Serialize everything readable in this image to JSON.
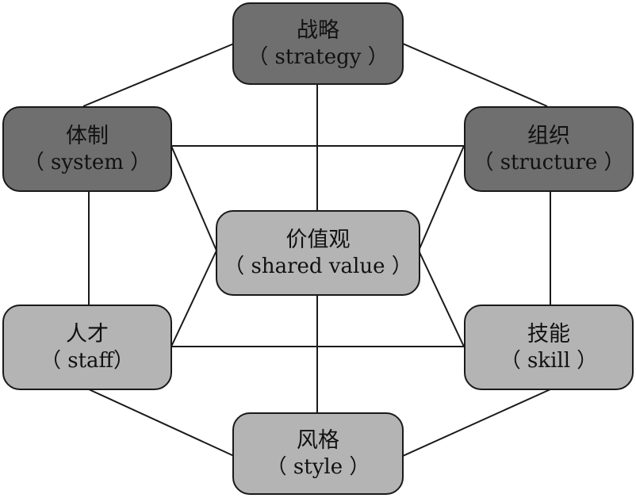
{
  "colors": {
    "dark": "#6f6f6f",
    "light": "#b4b4b4",
    "line": "#1a1a1a",
    "text": "#111111"
  },
  "nodes": {
    "strategy": {
      "cn": "战略",
      "en": "（ strategy ）",
      "shade": "dark"
    },
    "system": {
      "cn": "体制",
      "en": "（ system ）",
      "shade": "dark"
    },
    "structure": {
      "cn": "组织",
      "en": "（ structure ）",
      "shade": "dark"
    },
    "shared_value": {
      "cn": "价值观",
      "en": "（ shared value ）",
      "shade": "light"
    },
    "staff": {
      "cn": "人才",
      "en": "（ staff）",
      "shade": "light"
    },
    "skill": {
      "cn": "技能",
      "en": "（ skill ）",
      "shade": "light"
    },
    "style": {
      "cn": "风格",
      "en": "（ style ）",
      "shade": "light"
    }
  }
}
